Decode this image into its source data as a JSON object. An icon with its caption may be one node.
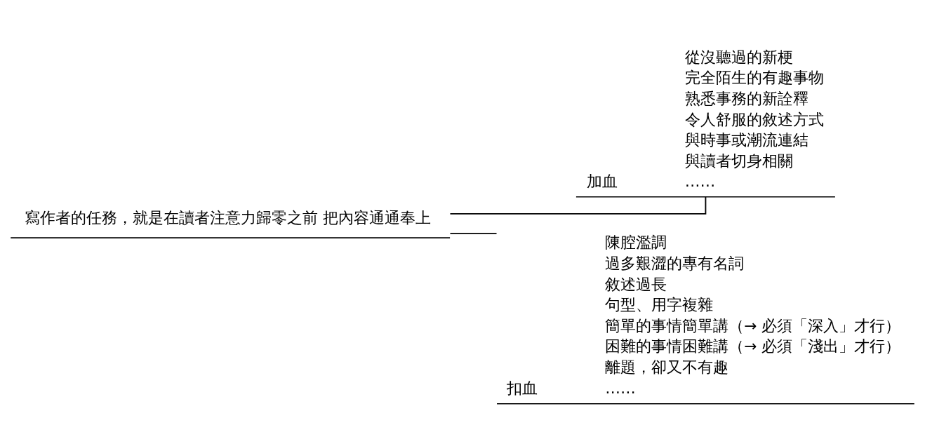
{
  "diagram": {
    "nodes": [
      {
        "text": [
          "寫作者的任務，就是在讀者注意力歸零之前 把內容通通奉上"
        ]
      },
      {
        "text": [
          "加血",
          "從沒聽過的新梗",
          "完全陌生的有趣事物",
          "熟悉事務的新詮釋",
          "令人舒服的敘述方式",
          "與時事或潮流連結",
          "與讀者切身相關",
          "……"
        ]
      },
      {
        "text": [
          "扣血",
          "陳腔濫調",
          "過多艱澀的專有名詞",
          "敘述過長",
          "句型、用字複雜",
          "簡單的事情簡單講（→ 必須「深入」才行）",
          "困難的事情困難講（→ 必須「淺出」才行）",
          "離題，卻又不有趣",
          "……"
        ]
      }
    ],
    "edges": [
      {
        "from": 0,
        "to": 1,
        "arrow": "none"
      },
      {
        "from": 0,
        "to": 2,
        "arrow": "none"
      }
    ]
  }
}
